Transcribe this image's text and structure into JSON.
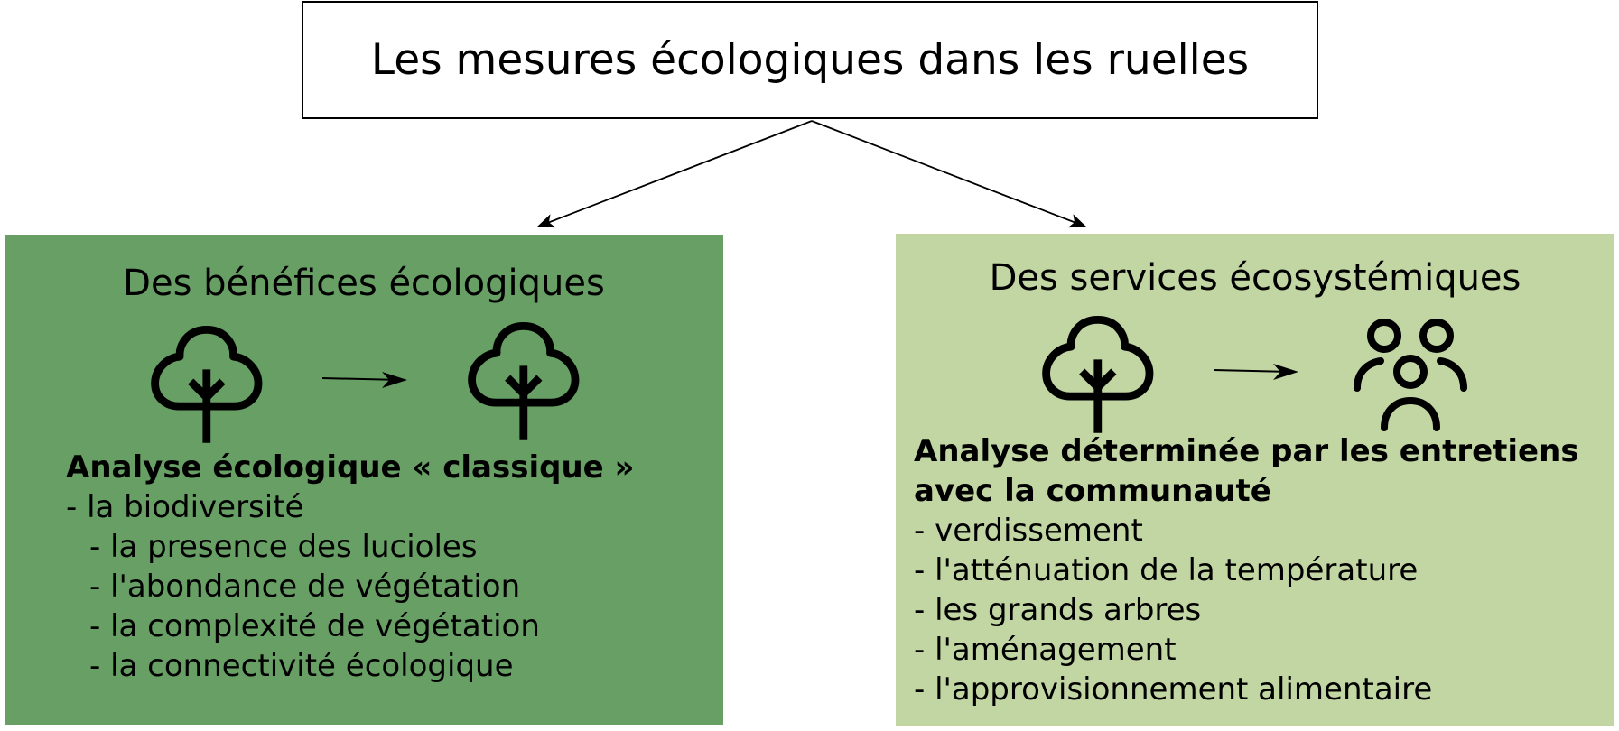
{
  "title": "Les mesures écologiques dans les ruelles",
  "colors": {
    "left_panel": "#679f65",
    "right_panel": "#c2d6a3",
    "ink": "#000000"
  },
  "left": {
    "title": "Des bénéfices écologiques",
    "icons": [
      "tree-icon",
      "arrow-right-icon",
      "tree-icon"
    ],
    "heading": "Analyse écologique « classique »",
    "items": [
      "- la biodiversité",
      "- la presence des lucioles",
      "- l'abondance de végétation",
      "- la complexité de végétation",
      "- la connectivité écologique"
    ]
  },
  "right": {
    "title": "Des services écosystémiques",
    "icons": [
      "tree-icon",
      "arrow-right-icon",
      "people-icon"
    ],
    "heading_line1": "Analyse déterminée par les entretiens",
    "heading_line2": "avec la communauté",
    "items": [
      "- verdissement",
      "- l'atténuation de la température",
      "- les grands arbres",
      "- l'aménagement",
      "- l'approvisionnement alimentaire"
    ]
  }
}
